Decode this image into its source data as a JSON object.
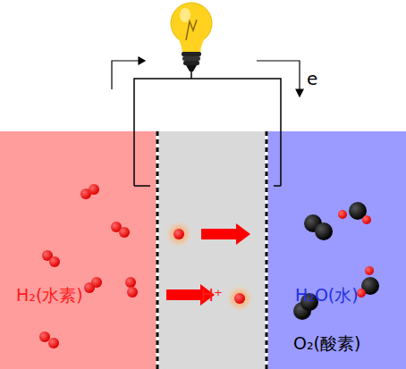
{
  "diagram": {
    "nodes": [
      {
        "text": [
          "H₂(水素)"
        ]
      },
      {
        "text": [
          "H⁺"
        ]
      },
      {
        "text": [
          "H₂O(水)",
          "O₂(酸素)"
        ]
      }
    ],
    "edges": [
      {
        "from": 0,
        "to": 2,
        "arrow": "none"
      }
    ],
    "labels": [
      "e"
    ]
  }
}
